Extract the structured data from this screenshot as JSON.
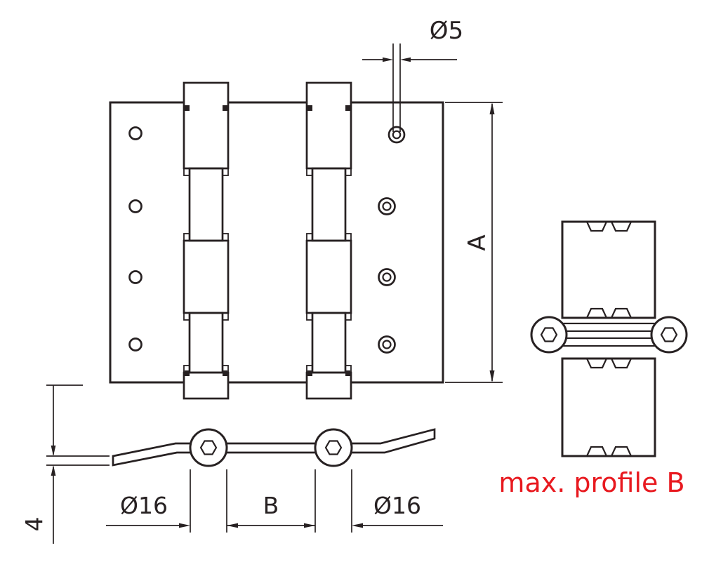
{
  "drawing": {
    "front_view": {
      "hole_diameter_label": "Ø5",
      "height_label": "A"
    },
    "bottom_view": {
      "thickness_label": "4",
      "left_barrel_label": "Ø16",
      "center_label": "B",
      "right_barrel_label": "Ø16"
    },
    "side_view": {
      "caption": "max. profile B"
    }
  },
  "colors": {
    "line": "#272122",
    "caption_red": "#e8191f",
    "background": "#ffffff"
  }
}
